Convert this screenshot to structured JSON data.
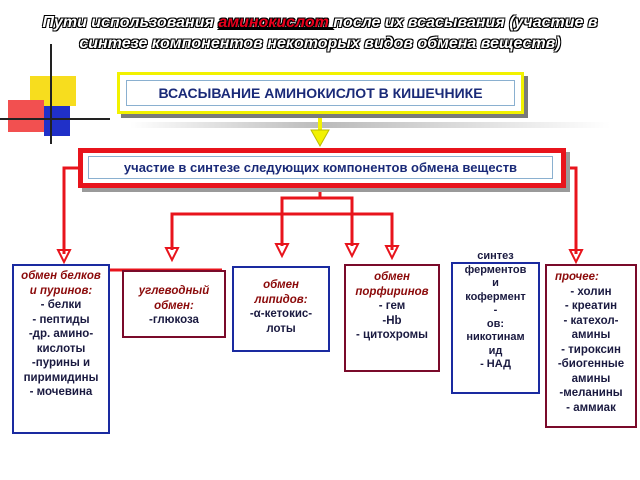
{
  "title": {
    "part1": "Пути использования ",
    "highlight": "аминокислот ",
    "part2": "после их всасывания (участие в",
    "line2": "синтезе компонентов некоторых видов обмена веществ)"
  },
  "top_box": "ВСАСЫВАНИЕ АМИНОКИСЛОТ В КИШЕЧНИКЕ",
  "middle_box": "участие в синтезе следующих компонентов обмена веществ",
  "boxes": [
    {
      "heading": [
        "обмен белков",
        "и пуринов:"
      ],
      "lines": [
        "- белки",
        "- пептиды",
        "-др. амино-",
        "кислоты",
        "-пурины и",
        "пиримидины",
        "- мочевина"
      ]
    },
    {
      "heading": [
        "углеводный",
        "обмен:"
      ],
      "lines": [
        "-глюкоза"
      ]
    },
    {
      "heading": [
        "обмен",
        "липидов:"
      ],
      "lines": [
        "-α-кетокис-",
        "лоты"
      ]
    },
    {
      "heading": [
        "обмен",
        "порфиринов"
      ],
      "lines": [
        "- гем",
        "-Hb",
        "- цитохромы"
      ]
    },
    {
      "heading": [],
      "lines": [
        "синтез",
        "ферментов",
        "и",
        "кофермент",
        "-",
        "ов:",
        "никотинам",
        "ид",
        "- НАД"
      ]
    },
    {
      "heading": [
        "прочее:"
      ],
      "lines": [
        "- холин",
        "- креатин",
        "- катехол-",
        "амины",
        "- тироксин",
        "-биогенные",
        "амины",
        "-меланины",
        "- аммиак"
      ]
    }
  ],
  "colors": {
    "red": "#e8141c",
    "yellow": "#f2f200",
    "blue": "#1a2aa0",
    "maroon": "#7a0a2a",
    "heading": "#8b0a0a"
  }
}
